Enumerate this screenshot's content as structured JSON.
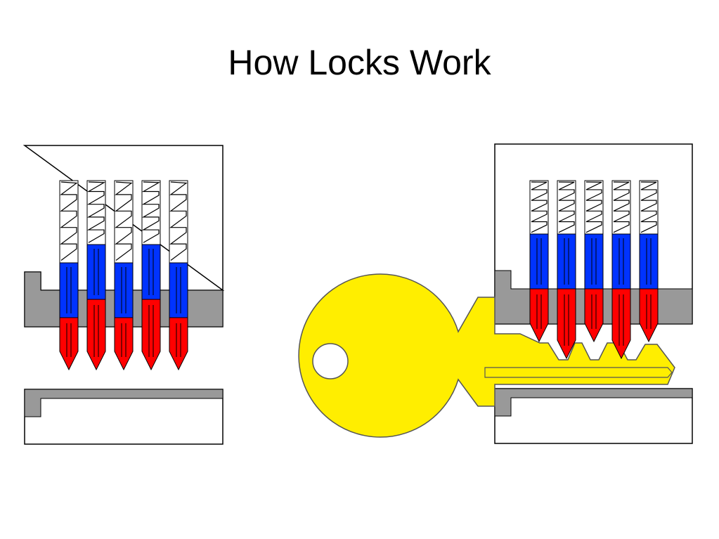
{
  "title": "How Locks Work",
  "colors": {
    "background": "#ffffff",
    "housing_fill": "#ffffff",
    "housing_stroke": "#000000",
    "plug": "#999999",
    "driver_pin": "#0033ff",
    "key_pin": "#ff0000",
    "spring": "#000000",
    "key": "#ffee00",
    "key_stroke": "#555555"
  },
  "diagrams": [
    {
      "name": "locked-cylinder",
      "state": "without key",
      "pin_count": 5
    },
    {
      "name": "unlocked-cylinder",
      "state": "with key inserted",
      "pin_count": 5
    }
  ]
}
